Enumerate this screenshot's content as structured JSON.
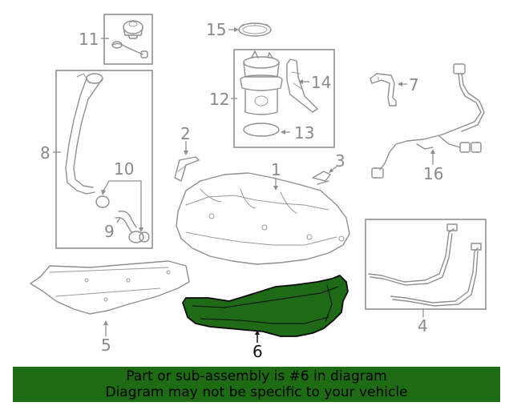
{
  "callouts": {
    "n1": "1",
    "n2": "2",
    "n3": "3",
    "n4": "4",
    "n5": "5",
    "n6": "6",
    "n7": "7",
    "n8": "8",
    "n9": "9",
    "n10": "10",
    "n11": "11",
    "n12": "12",
    "n13": "13",
    "n14": "14",
    "n15": "15",
    "n16": "16"
  },
  "highlight_part": "6",
  "banner": {
    "line1": "Part or sub-assembly is #6 in diagram",
    "line2": "Diagram may not be specific to your vehicle"
  },
  "colors": {
    "banner_bg": "#1d6b12",
    "highlight_fill": "#1f6a17",
    "line": "#8f8f8f"
  }
}
